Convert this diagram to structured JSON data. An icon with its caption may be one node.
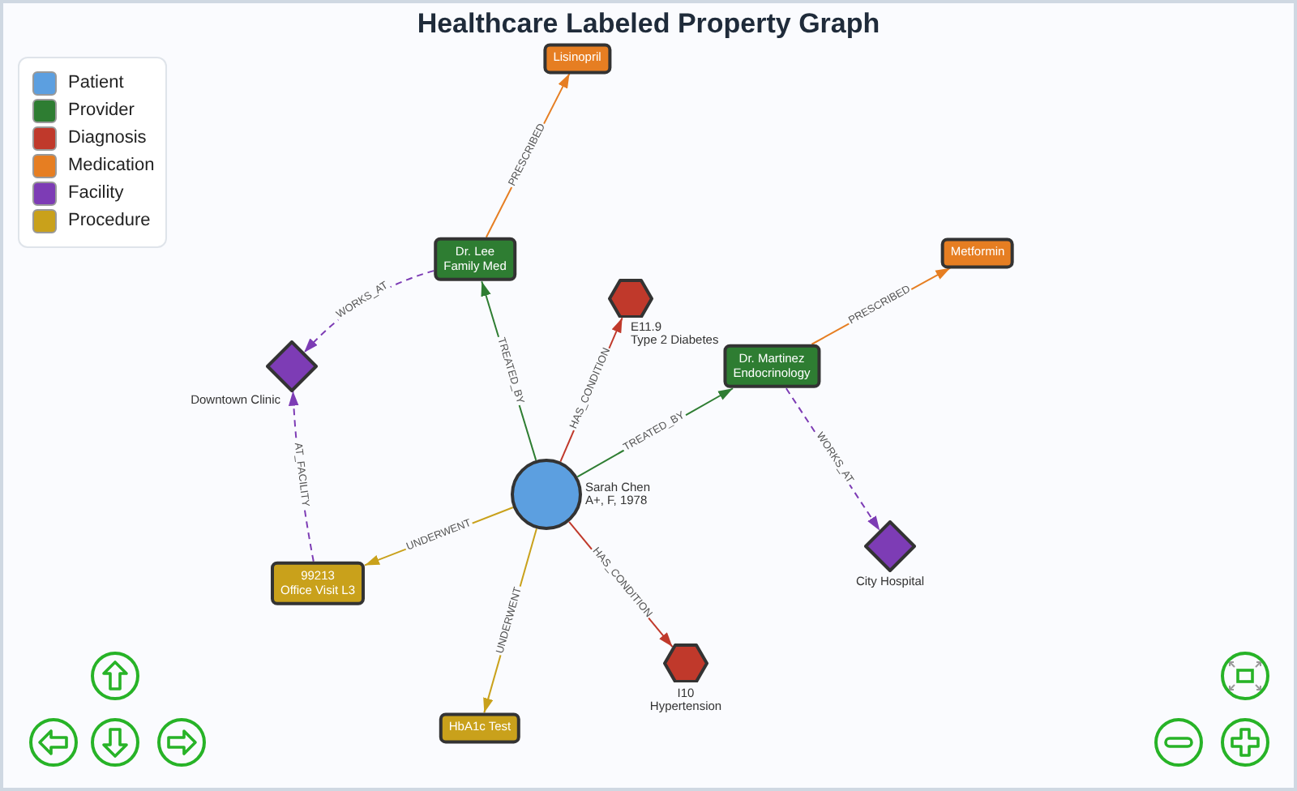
{
  "diagram": {
    "title": "Healthcare Labeled Property Graph",
    "nodes": [
      {
        "text": [
          "Lisinopril"
        ]
      },
      {
        "text": [
          "Metformin"
        ]
      },
      {
        "text": [
          "Dr. Lee",
          "Family Med"
        ]
      },
      {
        "text": [
          "E11.9",
          "Type 2 Diabetes"
        ]
      },
      {
        "text": [
          "Downtown Clinic"
        ]
      },
      {
        "text": [
          "Dr. Martinez",
          "Endocrinology"
        ]
      },
      {
        "text": [
          "Sarah Chen",
          "A+, F, 1978"
        ]
      },
      {
        "text": [
          "City Hospital"
        ]
      },
      {
        "text": [
          "99213",
          "Office Visit L3"
        ]
      },
      {
        "text": [
          "I10",
          "Hypertension"
        ]
      },
      {
        "text": [
          "HbA1c Test"
        ]
      }
    ],
    "edges": [
      {
        "from": 2,
        "to": 0,
        "arrow": "to",
        "label": "PRESCRIBED",
        "color": "#e67e22"
      },
      {
        "from": 2,
        "to": 4,
        "arrow": "to",
        "label": "WORKS_AT",
        "style": "dashed",
        "color": "#7d3cb5"
      },
      {
        "from": 6,
        "to": 2,
        "arrow": "to",
        "label": "TREATED_BY",
        "color": "#2e7d32"
      },
      {
        "from": 6,
        "to": 3,
        "arrow": "to",
        "label": "HAS_CONDITION",
        "color": "#c0392b"
      },
      {
        "from": 6,
        "to": 5,
        "arrow": "to",
        "label": "TREATED_BY",
        "color": "#2e7d32"
      },
      {
        "from": 5,
        "to": 1,
        "arrow": "to",
        "label": "PRESCRIBED",
        "color": "#e67e22"
      },
      {
        "from": 5,
        "to": 7,
        "arrow": "to",
        "label": "WORKS_AT",
        "style": "dashed",
        "color": "#7d3cb5"
      },
      {
        "from": 6,
        "to": 8,
        "arrow": "to",
        "label": "UNDERWENT",
        "color": "#c9a11b"
      },
      {
        "from": 6,
        "to": 10,
        "arrow": "to",
        "label": "UNDERWENT",
        "color": "#c9a11b"
      },
      {
        "from": 6,
        "to": 9,
        "arrow": "to",
        "label": "HAS_CONDITION",
        "color": "#c0392b"
      },
      {
        "from": 8,
        "to": 4,
        "arrow": "to",
        "label": "AT_FACILITY",
        "style": "dashed",
        "color": "#7d3cb5"
      }
    ],
    "legend": [
      {
        "text": "Patient",
        "color": "#5c9fe0"
      },
      {
        "text": "Provider",
        "color": "#2e7d32"
      },
      {
        "text": "Diagnosis",
        "color": "#c0392b"
      },
      {
        "text": "Medication",
        "color": "#e67e22"
      },
      {
        "text": "Facility",
        "color": "#7d3cb5"
      },
      {
        "text": "Procedure",
        "color": "#c9a11b"
      }
    ]
  }
}
